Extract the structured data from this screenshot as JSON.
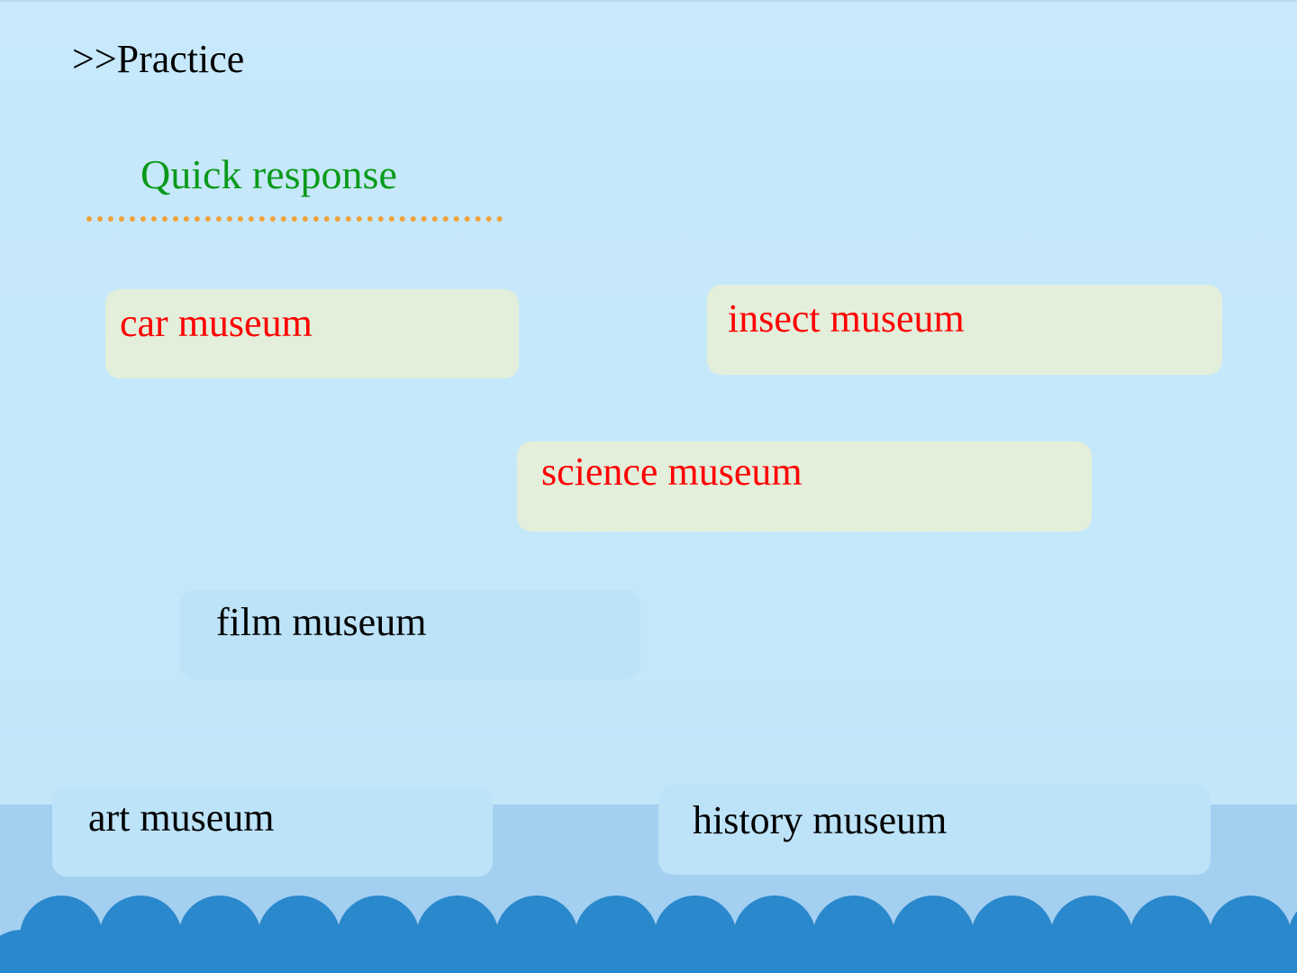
{
  "header": {
    "title": ">>Practice"
  },
  "section": {
    "subtitle": "Quick response"
  },
  "cards": [
    {
      "label": "car museum"
    },
    {
      "label": "insect museum"
    },
    {
      "label": "science museum"
    },
    {
      "label": "film museum"
    },
    {
      "label": "art museum"
    },
    {
      "label": "history museum"
    }
  ],
  "colors": {
    "subtitle": "#0a9a1a",
    "highlight_text": "#ff0000",
    "normal_text": "#000000",
    "highlight_card": "#e3efdb",
    "normal_card": "#bde3f8",
    "dotted_line": "#f0a23a",
    "wave_dark": "#2a88cc",
    "wave_band": "#a3cff1"
  }
}
